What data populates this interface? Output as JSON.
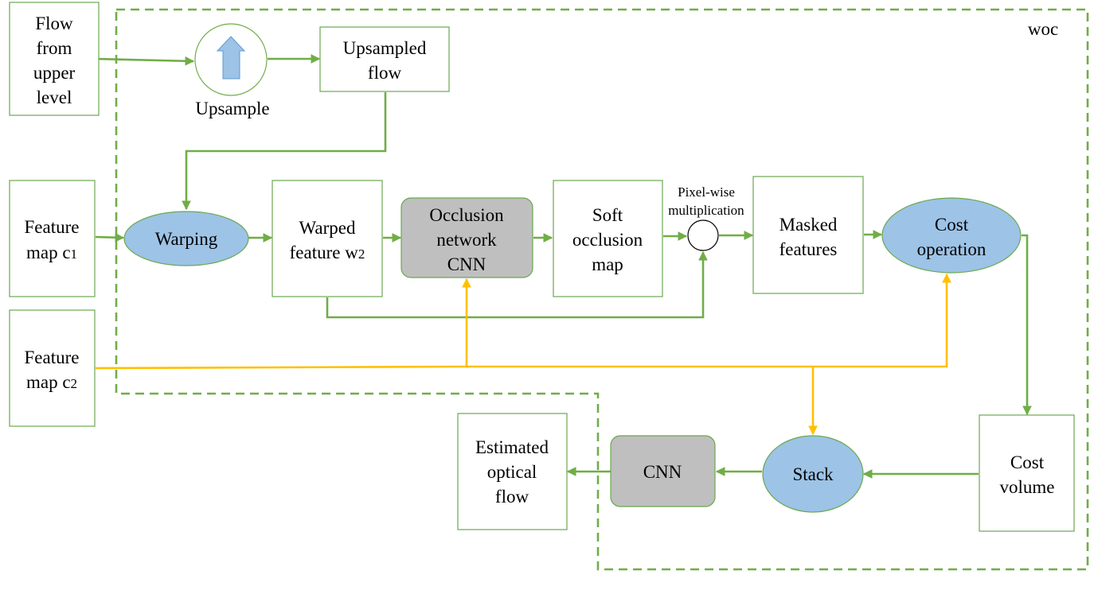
{
  "diagram": {
    "region_label": "woc",
    "nodes": {
      "flow_upper": [
        "Flow",
        "from",
        "upper",
        "level"
      ],
      "upsample": "Upsample",
      "upsampled_flow": [
        "Upsampled",
        "flow"
      ],
      "feature_c1": {
        "line1": "Feature",
        "line2_main": "map c",
        "line2_sub": "1"
      },
      "warping": "Warping",
      "warped_feature": {
        "line1": "Warped",
        "line2_main": "feature w",
        "line2_sub": "2"
      },
      "occlusion_network": [
        "Occlusion",
        "network",
        "CNN"
      ],
      "soft_occlusion": [
        "Soft",
        "occlusion",
        "map"
      ],
      "pixelwise": [
        "Pixel-wise",
        "multiplication"
      ],
      "masked_features": [
        "Masked",
        "features"
      ],
      "cost_operation": [
        "Cost",
        "operation"
      ],
      "feature_c2": {
        "line1": "Feature",
        "line2_main": "map c",
        "line2_sub": "2"
      },
      "estimated_flow": [
        "Estimated",
        "optical",
        "flow"
      ],
      "cnn": "CNN",
      "stack": "Stack",
      "cost_volume": [
        "Cost",
        "volume"
      ]
    },
    "colors": {
      "green_edge": "#70ad47",
      "yellow_edge": "#ffc000",
      "blue_node": "#9dc3e6",
      "gray_node": "#bfbfbf"
    }
  }
}
